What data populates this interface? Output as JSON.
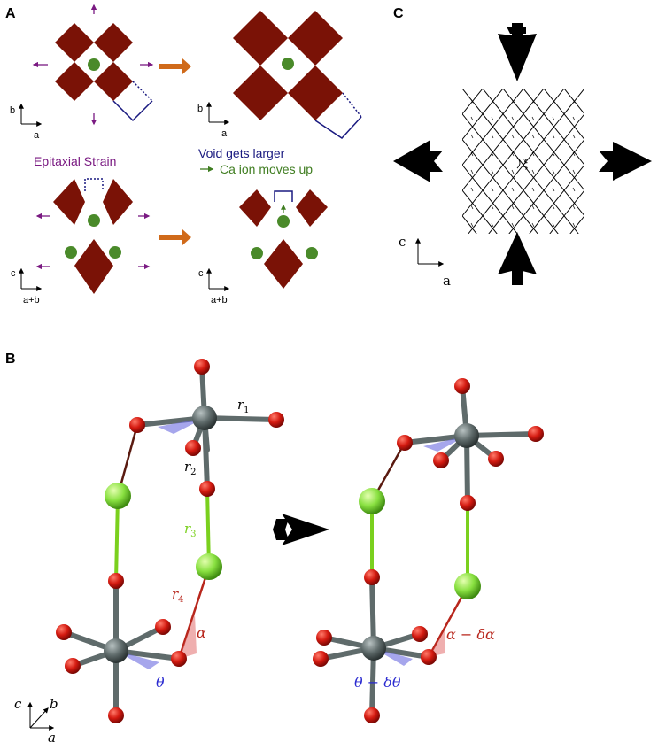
{
  "panels": {
    "a": {
      "letter": "A"
    },
    "b": {
      "letter": "B"
    },
    "c": {
      "letter": "C"
    }
  },
  "panel_a": {
    "epitaxial_strain": "Epitaxial Strain",
    "void_gets_larger": "Void gets larger",
    "ca_ion_moves_up": "Ca ion moves up",
    "axis_b": "b",
    "axis_a": "a",
    "axis_c": "c",
    "axis_apb": "a+b"
  },
  "panel_b": {
    "r1": "r",
    "r1_sub": "1",
    "r2": "r",
    "r2_sub": "2",
    "r3": "r",
    "r3_sub": "3",
    "r4": "r",
    "r4_sub": "4",
    "alpha": "α",
    "theta": "θ",
    "alpha_minus": "α − δα",
    "theta_minus": "θ − δθ",
    "axis_c": "c",
    "axis_b": "b",
    "axis_a": "a"
  },
  "panel_c": {
    "xi": "ξ",
    "axis_c": "c",
    "axis_a": "a"
  },
  "colors": {
    "octahedron": "#7a1206",
    "ca": "#4a8a2a",
    "ca_light": "#88e040",
    "oxygen": "#d41a10",
    "metal": "#5f6b6b",
    "purple": "#7a1a82",
    "orange": "#d06a1a",
    "navy": "#1a1a80",
    "green_text": "#3f7d20",
    "r3_green": "#7ad01e",
    "r4_red": "#b8261c",
    "theta_blue": "#2a2ad0"
  }
}
